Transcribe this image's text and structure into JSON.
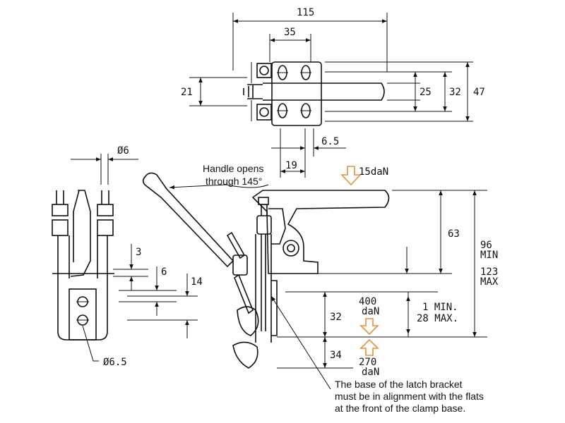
{
  "dimensions": {
    "top_width": "115",
    "top_hole_spacing": "35",
    "top_left_height": "21",
    "top_h25": "25",
    "top_h32": "32",
    "top_h47": "47",
    "gap_6_5": "6.5",
    "gap_19": "19",
    "dia6": "Ø6",
    "dia6_5": "Ø6.5",
    "side_3": "3",
    "side_6": "6",
    "side_14": "14",
    "main_63": "63",
    "main_96": "96",
    "main_min": "MIN",
    "main_123": "123",
    "main_max": "MAX",
    "main_32": "32",
    "main_34": "34",
    "adj_1min": "1 MIN.",
    "adj_28max": "28 MAX."
  },
  "forces": {
    "handle_force": "15daN",
    "hold_force_value": "400",
    "hold_force_unit": "daN",
    "release_force_value": "270",
    "release_force_unit": "daN"
  },
  "notes": {
    "handle_line1": "Handle opens",
    "handle_line2": "through 145°",
    "base_line1": "The base of the latch bracket",
    "base_line2": "must be in alignment with the flats",
    "base_line3": "at the front of the clamp base."
  },
  "colors": {
    "line": "#111111",
    "force_arrow": "#e8903a"
  }
}
